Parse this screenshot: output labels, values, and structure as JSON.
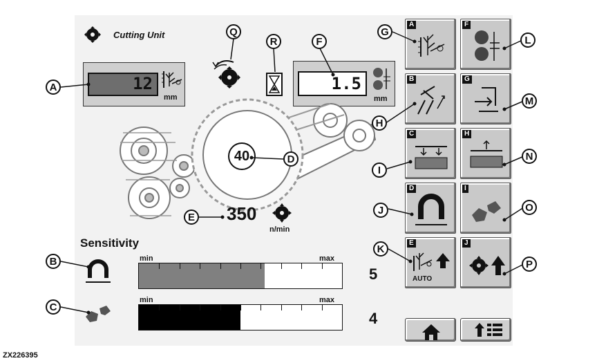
{
  "figure_id": "ZX226395",
  "header": {
    "title": "Cutting Unit"
  },
  "cut_length": {
    "value": "12",
    "unit": "mm"
  },
  "interval": {
    "value": "1.5",
    "unit": "mm"
  },
  "drum_speed": {
    "value": "40"
  },
  "rpm": {
    "value": "350",
    "unit": "n/min"
  },
  "sensitivity": {
    "title": "Sensitivity",
    "min_label": "min",
    "max_label": "max",
    "metal": {
      "value": "5",
      "fill_fraction": 0.62,
      "color": "#808080"
    },
    "stone": {
      "value": "4",
      "fill_fraction": 0.5,
      "color": "#000000"
    }
  },
  "buttons": [
    {
      "tag": "A",
      "icon": "cut-length-icon"
    },
    {
      "tag": "F",
      "icon": "interval-icon"
    },
    {
      "tag": "B",
      "icon": "knife-adjust-icon"
    },
    {
      "tag": "G",
      "icon": "shear-bar-icon"
    },
    {
      "tag": "C",
      "icon": "sharpen-down-icon"
    },
    {
      "tag": "H",
      "icon": "sharpen-up-icon"
    },
    {
      "tag": "D",
      "icon": "metal-detector-icon"
    },
    {
      "tag": "I",
      "icon": "stone-detector-icon"
    },
    {
      "tag": "E",
      "icon": "auto-length-icon",
      "label": "AUTO"
    },
    {
      "tag": "J",
      "icon": "drum-up-icon"
    }
  ],
  "callouts": [
    "A",
    "B",
    "C",
    "D",
    "E",
    "F",
    "G",
    "H",
    "I",
    "J",
    "K",
    "L",
    "M",
    "N",
    "O",
    "P",
    "Q",
    "R"
  ],
  "colors": {
    "screen_bg": "#f2f2f2",
    "button_bg": "#c9c9c9",
    "lcd_dark": "#6e6e6e",
    "lcd_light": "#ffffff"
  }
}
